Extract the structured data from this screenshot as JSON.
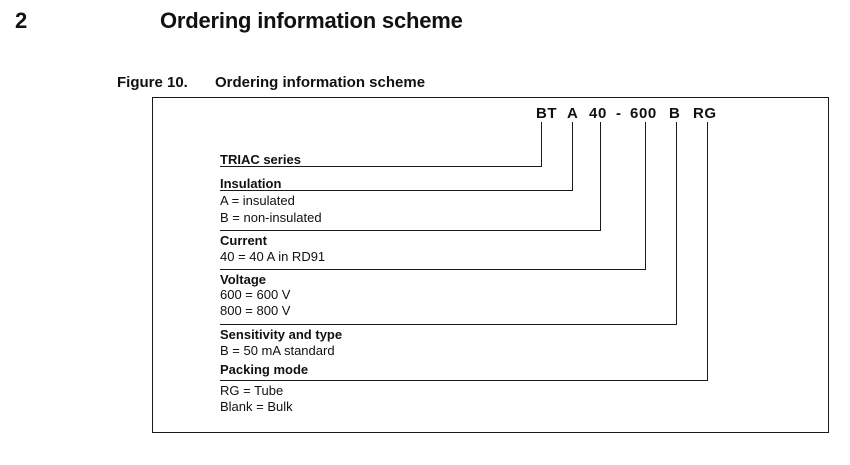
{
  "heading": {
    "number": "2",
    "title": "Ordering information scheme"
  },
  "figure_caption": {
    "label": "Figure 10.",
    "title": "Ordering information scheme"
  },
  "part_code": {
    "tokens": [
      "BT",
      "A",
      "40",
      "-",
      "600",
      "B",
      "RG"
    ]
  },
  "figure": {
    "sections": [
      {
        "title": "TRIAC series",
        "code": "BT",
        "items": []
      },
      {
        "title": "Insulation",
        "code": "A",
        "items": [
          "A = insulated",
          "B = non-insulated"
        ]
      },
      {
        "title": "Current",
        "code": "40",
        "items": [
          "40 = 40 A in RD91"
        ]
      },
      {
        "title": "Voltage",
        "code": "600",
        "items": [
          "600 = 600 V",
          "800 = 800 V"
        ]
      },
      {
        "title": "Sensitivity and type",
        "code": "B",
        "items": [
          "B = 50 mA standard"
        ]
      },
      {
        "title": "Packing mode",
        "code": "RG",
        "items": [
          "RG = Tube",
          "Blank = Bulk"
        ]
      }
    ]
  },
  "colors": {
    "text": "#111111",
    "line": "#1a1a1a",
    "background": "#ffffff"
  }
}
